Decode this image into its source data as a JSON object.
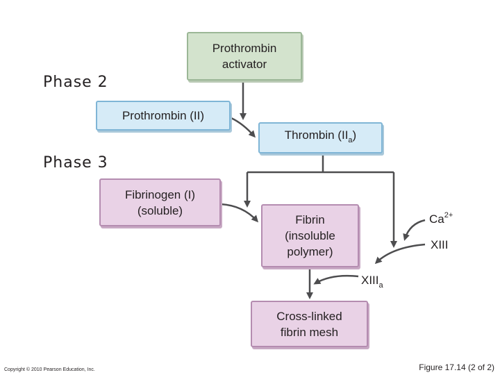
{
  "phases": {
    "phase2": "Phase 2",
    "phase3": "Phase 3"
  },
  "boxes": {
    "prothrombin_activator": "Prothrombin\nactivator",
    "prothrombin": "Prothrombin (II)",
    "thrombin": "Thrombin (II",
    "thrombin_sub": "a",
    "thrombin_close": ")",
    "fibrinogen": "Fibrinogen (I)\n(soluble)",
    "fibrin": "Fibrin\n(insoluble\npolymer)",
    "crosslinked": "Cross-linked\nfibrin mesh"
  },
  "labels": {
    "calcium": "Ca",
    "calcium_sup": "2+",
    "factor_xiii": "XIII",
    "factor_xiiia": "XIII",
    "factor_xiiia_sub": "a"
  },
  "footer": {
    "copyright": "Copyright © 2010 Pearson Education, Inc.",
    "figure": "Figure 17.14 (2 of 2)"
  },
  "colors": {
    "green_box": "#d3e3cd",
    "blue_box": "#d6ebf7",
    "pink_box": "#e9d2e6",
    "arrow": "#4d4d4f"
  }
}
